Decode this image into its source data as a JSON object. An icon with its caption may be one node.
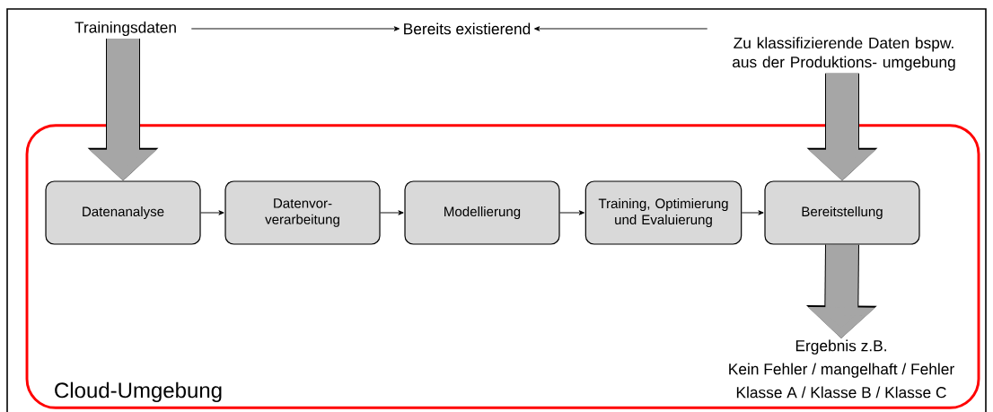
{
  "diagram": {
    "nodes": [
      {
        "text": [
          "Trainingsdaten"
        ]
      },
      {
        "text": [
          "Bereits existierend"
        ]
      },
      {
        "text": [
          "Zu klassifizierende Daten bspw. aus der Produktions- umgebung"
        ]
      },
      {
        "text": [
          "Cloud-Umgebung"
        ]
      },
      {
        "text": [
          "Datenanalyse"
        ],
        "in": 3
      },
      {
        "text": [
          "Datenvor- verarbeitung"
        ],
        "in": 3
      },
      {
        "text": [
          "Modellierung"
        ],
        "in": 3
      },
      {
        "text": [
          "Training, Optimierung und Evaluierung"
        ],
        "in": 3
      },
      {
        "text": [
          "Bereitstellung"
        ],
        "in": 3
      },
      {
        "text": [
          "Ergebnis z.B.",
          "Kein Fehler / mangelhaft / Fehler",
          "Klasse A / Klasse B / Klasse C"
        ],
        "in": 3
      }
    ],
    "edges": [
      {
        "from": 0,
        "to": 1,
        "arrow": "to"
      },
      {
        "from": 2,
        "to": 1,
        "arrow": "to"
      },
      {
        "from": 0,
        "to": 4,
        "arrow": "to",
        "style": "thick",
        "color": "#a6a6a6"
      },
      {
        "from": 2,
        "to": 8,
        "arrow": "to",
        "style": "thick",
        "color": "#a6a6a6"
      },
      {
        "from": 4,
        "to": 5,
        "arrow": "to"
      },
      {
        "from": 5,
        "to": 6,
        "arrow": "to"
      },
      {
        "from": 6,
        "to": 7,
        "arrow": "to"
      },
      {
        "from": 7,
        "to": 8,
        "arrow": "to"
      },
      {
        "from": 8,
        "to": 9,
        "arrow": "to",
        "style": "thick",
        "color": "#a6a6a6"
      }
    ]
  }
}
